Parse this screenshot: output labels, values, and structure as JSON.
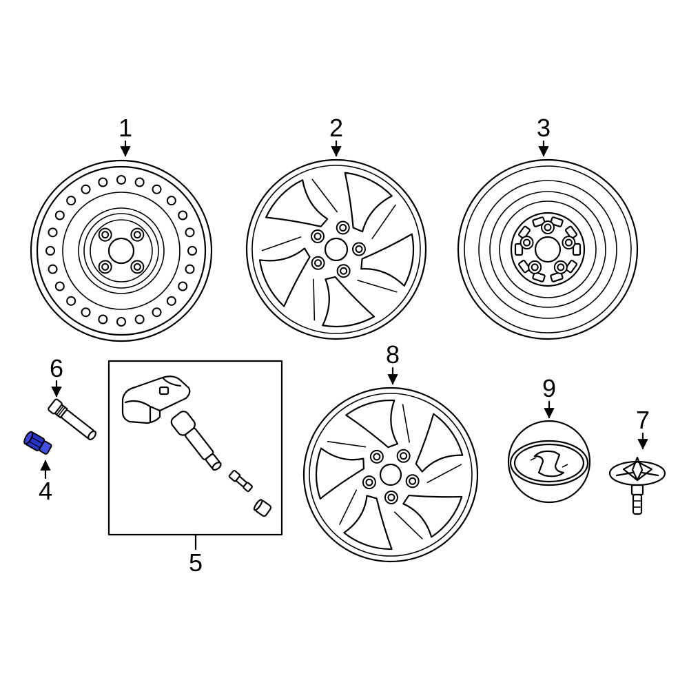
{
  "callouts": {
    "c1": "1",
    "c2": "2",
    "c3": "3",
    "c4": "4",
    "c5": "5",
    "c6": "6",
    "c7": "7",
    "c8": "8",
    "c9": "9"
  },
  "colors": {
    "line": "#000000",
    "background": "#ffffff",
    "highlight_part": "#2a33c8"
  },
  "highlighted_part": "4"
}
